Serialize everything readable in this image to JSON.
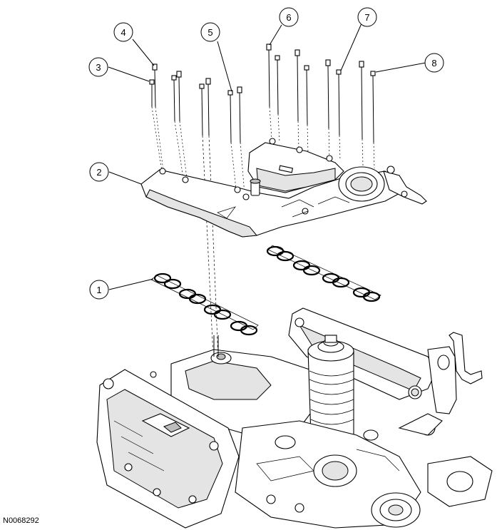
{
  "figure": {
    "id": "N0068292"
  },
  "callouts": [
    {
      "number": "1"
    },
    {
      "number": "2"
    },
    {
      "number": "3"
    },
    {
      "number": "4"
    },
    {
      "number": "5"
    },
    {
      "number": "6"
    },
    {
      "number": "7"
    },
    {
      "number": "8"
    }
  ]
}
